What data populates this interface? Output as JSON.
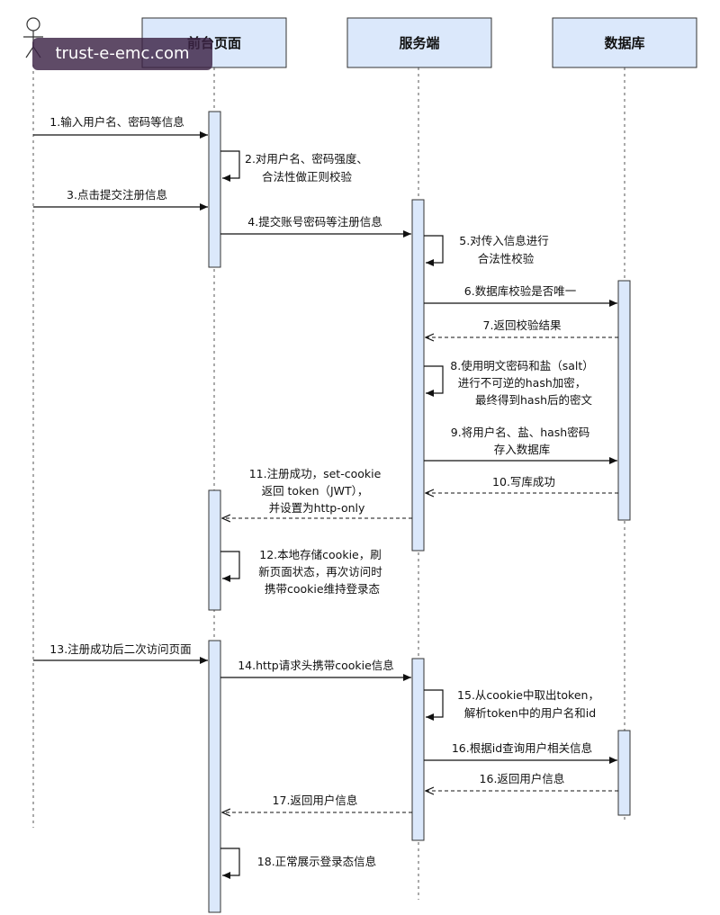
{
  "watermark": "trust-e-emc.com",
  "participants": [
    {
      "id": "user",
      "label": ""
    },
    {
      "id": "frontend",
      "label": "前台页面"
    },
    {
      "id": "server",
      "label": "服务端"
    },
    {
      "id": "database",
      "label": "数据库"
    }
  ],
  "messages": [
    {
      "from": "user",
      "to": "frontend",
      "dashed": false,
      "lines": [
        "1.输入用户名、密码等信息"
      ]
    },
    {
      "from": "frontend",
      "to": "frontend",
      "dashed": false,
      "lines": [
        "2.对用户名、密码强度、",
        "合法性做正则校验"
      ]
    },
    {
      "from": "user",
      "to": "frontend",
      "dashed": false,
      "lines": [
        "3.点击提交注册信息"
      ]
    },
    {
      "from": "frontend",
      "to": "server",
      "dashed": false,
      "lines": [
        "4.提交账号密码等注册信息"
      ]
    },
    {
      "from": "server",
      "to": "server",
      "dashed": false,
      "lines": [
        "5.对传入信息进行",
        "合法性校验"
      ]
    },
    {
      "from": "server",
      "to": "database",
      "dashed": false,
      "lines": [
        "6.数据库校验是否唯一"
      ]
    },
    {
      "from": "database",
      "to": "server",
      "dashed": true,
      "lines": [
        "7.返回校验结果"
      ]
    },
    {
      "from": "server",
      "to": "server",
      "dashed": false,
      "lines": [
        "8.使用明文密码和盐（salt）",
        "进行不可逆的hash加密，",
        "最终得到hash后的密文"
      ]
    },
    {
      "from": "server",
      "to": "database",
      "dashed": false,
      "lines": [
        "9.将用户名、盐、hash密码",
        "存入数据库"
      ]
    },
    {
      "from": "database",
      "to": "server",
      "dashed": true,
      "lines": [
        "10.写库成功"
      ]
    },
    {
      "from": "server",
      "to": "frontend",
      "dashed": true,
      "lines": [
        "11.注册成功，set-cookie",
        "返回 token（JWT），",
        "并设置为http-only"
      ]
    },
    {
      "from": "frontend",
      "to": "frontend",
      "dashed": false,
      "lines": [
        "12.本地存储cookie，刷",
        "新页面状态，再次访问时",
        "携带cookie维持登录态"
      ]
    },
    {
      "from": "user",
      "to": "frontend",
      "dashed": false,
      "lines": [
        "13.注册成功后二次访问页面"
      ]
    },
    {
      "from": "frontend",
      "to": "server",
      "dashed": false,
      "lines": [
        "14.http请求头携带cookie信息"
      ]
    },
    {
      "from": "server",
      "to": "server",
      "dashed": false,
      "lines": [
        "15.从cookie中取出token，",
        "解析token中的用户名和id"
      ]
    },
    {
      "from": "server",
      "to": "database",
      "dashed": false,
      "lines": [
        "16.根据id查询用户相关信息"
      ]
    },
    {
      "from": "database",
      "to": "server",
      "dashed": true,
      "lines": [
        "16.返回用户信息"
      ]
    },
    {
      "from": "server",
      "to": "frontend",
      "dashed": true,
      "lines": [
        "17.返回用户信息"
      ]
    },
    {
      "from": "frontend",
      "to": "frontend",
      "dashed": false,
      "lines": [
        "18.正常展示登录态信息"
      ]
    }
  ]
}
